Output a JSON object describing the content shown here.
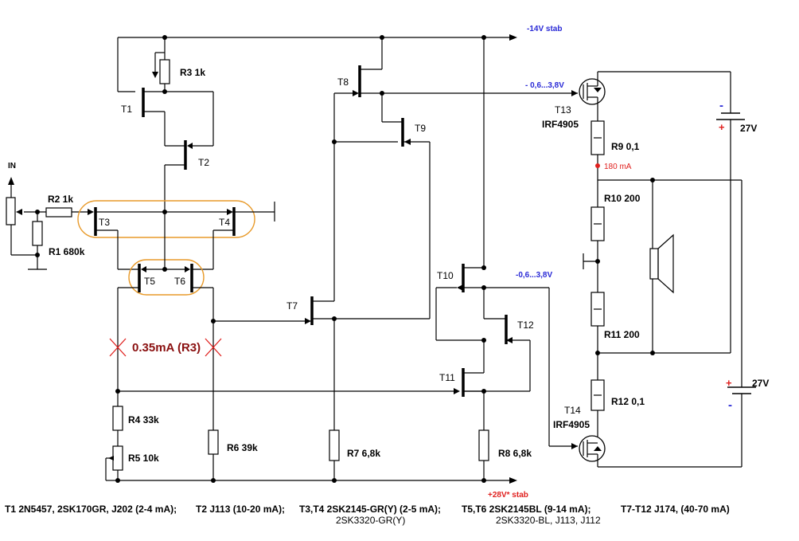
{
  "labels": {
    "in": "IN",
    "rail_top": "-14V stab",
    "rail_bottom": "+28V* stab",
    "volt_t13": "- 0,6...3,8V",
    "volt_t14": "-0,6...3,8V",
    "current_r9": "180 mA",
    "current_r3": "0.35mA (R3)",
    "batt_top": "27V",
    "batt_bottom": "27V",
    "plus": "+",
    "minus": "-"
  },
  "components": {
    "R1": "R1  680k",
    "R2": "R2  1k",
    "R3": "R3  1k",
    "R4": "R4  33k",
    "R5": "R5  10k",
    "R6": "R6  39k",
    "R7": "R7  6,8k",
    "R8": "R8  6,8k",
    "R9": "R9  0,1",
    "R10": "R10   200",
    "R11": "R11   200",
    "R12": "R12   0,1",
    "T1": "T1",
    "T2": "T2",
    "T3": "T3",
    "T4": "T4",
    "T5": "T5",
    "T6": "T6",
    "T7": "T7",
    "T8": "T8",
    "T9": "T9",
    "T10": "T10",
    "T11": "T11",
    "T12": "T12",
    "T13": "T13",
    "T13_type": "IRF4905",
    "T14": "T14",
    "T14_type": "IRF4905"
  },
  "footer": {
    "t1": "T1  2N5457, 2SK170GR, J202 (2-4 mA);",
    "t2": "T2  J113 (10-20 mA);",
    "t34": "T3,T4  2SK2145-GR(Y) (2-5 mA);",
    "t34_alt": "2SK3320-GR(Y)",
    "t56": "T5,T6  2SK2145BL (9-14 mA);",
    "t56_alt": "2SK3320-BL, J113, J112",
    "t712": "T7-T12  J174, (40-70 mA)"
  },
  "colors": {
    "wire": "#000000",
    "annotation_blue": "#2a2ad6",
    "annotation_red": "#e0201e",
    "current_label": "#8a1010",
    "highlight_orange": "#e89a2a"
  }
}
